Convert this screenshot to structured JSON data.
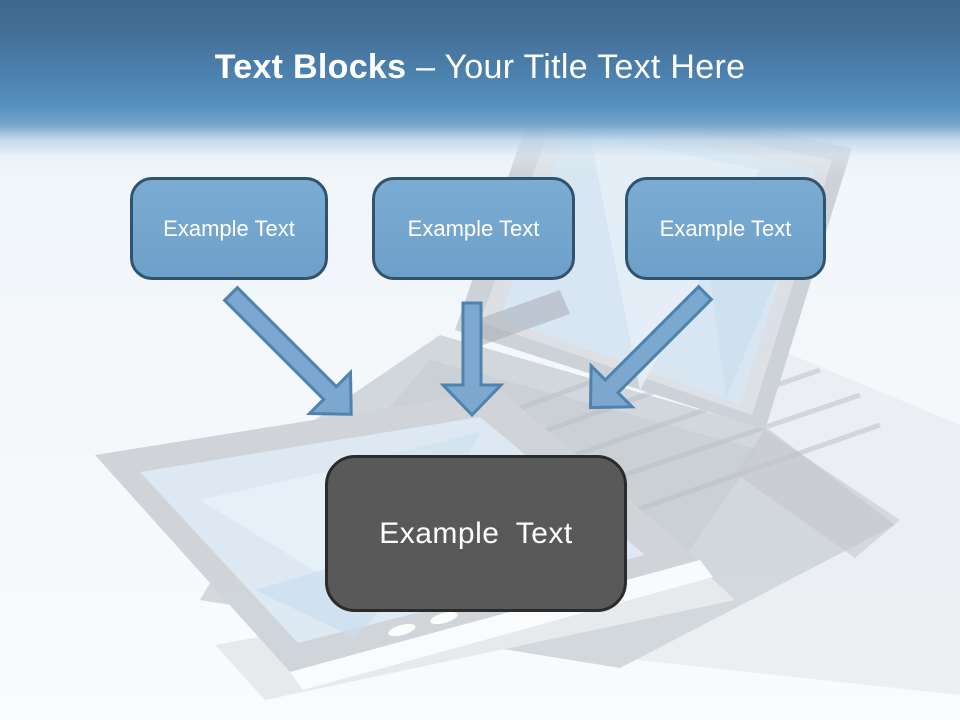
{
  "slide_title": {
    "bold_text": "Text Blocks",
    "regular_text": "– Your Title Text Here"
  },
  "text_blocks": [
    {
      "label": "Example Text"
    },
    {
      "label": "Example Text"
    },
    {
      "label": "Example Text"
    }
  ],
  "result_block": {
    "label": "Example Text"
  },
  "arrows": [
    {
      "icon": "arrow-diagonal-down-right-icon",
      "from": "text-block-1",
      "to": "result-block"
    },
    {
      "icon": "arrow-down-icon",
      "from": "text-block-2",
      "to": "result-block"
    },
    {
      "icon": "arrow-diagonal-down-left-icon",
      "from": "text-block-3",
      "to": "result-block"
    }
  ],
  "background": {
    "watermark": "laptop-and-tablet-photo-faded"
  },
  "colors": {
    "header_gradient_top": "#3e678c",
    "header_gradient_mid": "#5691c0",
    "page_background": "#f2f6fa",
    "block_fill": "#73a5ce",
    "block_border": "#31536d",
    "arrow_fill": "#7ca7ce",
    "arrow_stroke": "#4e82af",
    "result_fill": "#595959",
    "result_border": "#2b2b2b",
    "title_text": "#ffffff",
    "block_text": "#ffffff"
  }
}
